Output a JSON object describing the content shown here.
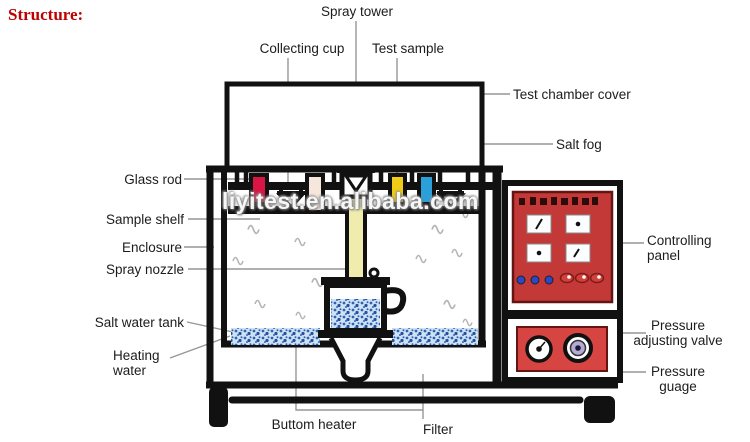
{
  "title": {
    "text": "Structure:",
    "color": "#c00000"
  },
  "watermark": {
    "text": "liyitest.en.alibaba.com"
  },
  "labels": {
    "spray_tower": "Spray tower",
    "collecting_cup": "Collecting cup",
    "test_sample": "Test sample",
    "test_chamber_cover": "Test chamber cover",
    "salt_fog": "Salt fog",
    "glass_rod": "Glass rod",
    "sample_shelf": "Sample shelf",
    "enclosure": "Enclosure",
    "spray_nozzle": "Spray nozzle",
    "salt_water_tank": "Salt water tank",
    "heating_water": "Heating water",
    "buttom_heater": "Buttom heater",
    "filter": "Filter",
    "controlling_panel": "Controlling panel",
    "pressure_adjusting_valve": "Pressure adjusting valve",
    "pressure_guage": "Pressure guage"
  },
  "colors": {
    "sample_red": "#d81545",
    "sample_pink": "#f6e6db",
    "sample_yellow": "#f0cc16",
    "sample_blue": "#2b9fd9",
    "nozzle_cream": "#f0ecae",
    "water_base": "#cfe2f4",
    "water_speckle": "#2f62b5",
    "panel_red": "#c23937",
    "valve_red": "#d64541",
    "knob_lavender": "#b4aad6",
    "indicator_blue": "#2a47c9",
    "switch_red": "#d2403c"
  }
}
